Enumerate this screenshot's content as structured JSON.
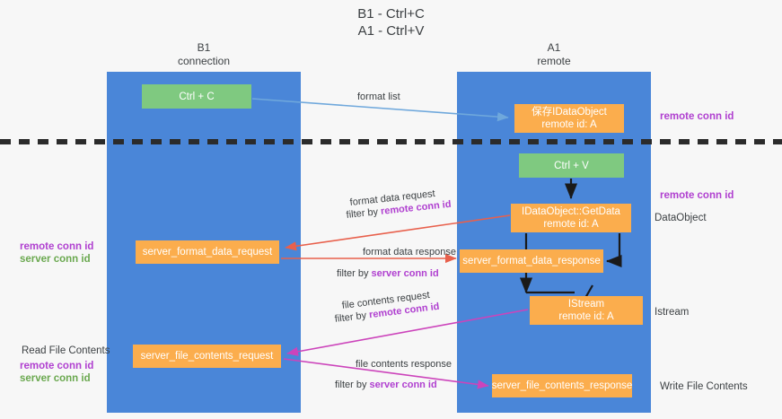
{
  "title": {
    "line1": "B1 - Ctrl+C",
    "line2": "A1 - Ctrl+V"
  },
  "lanes": [
    {
      "id": "b1",
      "name": "B1",
      "role": "connection"
    },
    {
      "id": "a1",
      "name": "A1",
      "role": "remote"
    }
  ],
  "boxes": {
    "ctrl_c": "Ctrl + C",
    "idataobject_title": "保存IDataObject",
    "idataobject_sub": "remote id: A",
    "ctrl_v": "Ctrl + V",
    "getdata_title": "IDataObject::GetData",
    "getdata_sub": "remote id: A",
    "server_format_data_request": "server_format_data_request",
    "server_format_data_response": "server_format_data_response",
    "istream_title": "IStream",
    "istream_sub": "remote id: A",
    "server_file_contents_request": "server_file_contents_request",
    "server_file_contents_response": "server_file_contents_response"
  },
  "right_labels": {
    "remote_conn_id_1": "remote conn id",
    "remote_conn_id_2": "remote conn id",
    "dataobject": "DataObject",
    "istream": "Istream",
    "write_file_contents": "Write File Contents"
  },
  "left_labels": {
    "group1_remote": "remote conn id",
    "group1_server": "server conn id",
    "read_file_contents": "Read File Contents",
    "group2_remote": "remote conn id",
    "group2_server": "server conn id"
  },
  "edge_labels": {
    "format_list": "format list",
    "format_data_request": "format data request",
    "format_data_request_filter_prefix": "filter by ",
    "format_data_request_filter_key": "remote conn id",
    "format_data_response": "format data response",
    "format_data_response_filter_prefix": "filter by ",
    "format_data_response_filter_key": "server conn id",
    "file_contents_request": "file contents request",
    "file_contents_request_filter_prefix": "filter by ",
    "file_contents_request_filter_key": "remote conn id",
    "file_contents_response": "file contents response",
    "file_contents_response_filter_prefix": "filter by ",
    "file_contents_response_filter_key": "server conn id"
  },
  "colors": {
    "lane": "#4a86d8",
    "green_box": "#7fc980",
    "orange_box": "#fbad4d",
    "purple_key": "#b040d0",
    "green_key": "#6aa84f",
    "arrow_blue": "#6fa8dc",
    "arrow_red": "#e8604c",
    "arrow_magenta": "#cc44bb",
    "arrow_black": "#1a1a1a",
    "background": "#f7f7f7",
    "dashed_separator": "#2b2b2b"
  }
}
